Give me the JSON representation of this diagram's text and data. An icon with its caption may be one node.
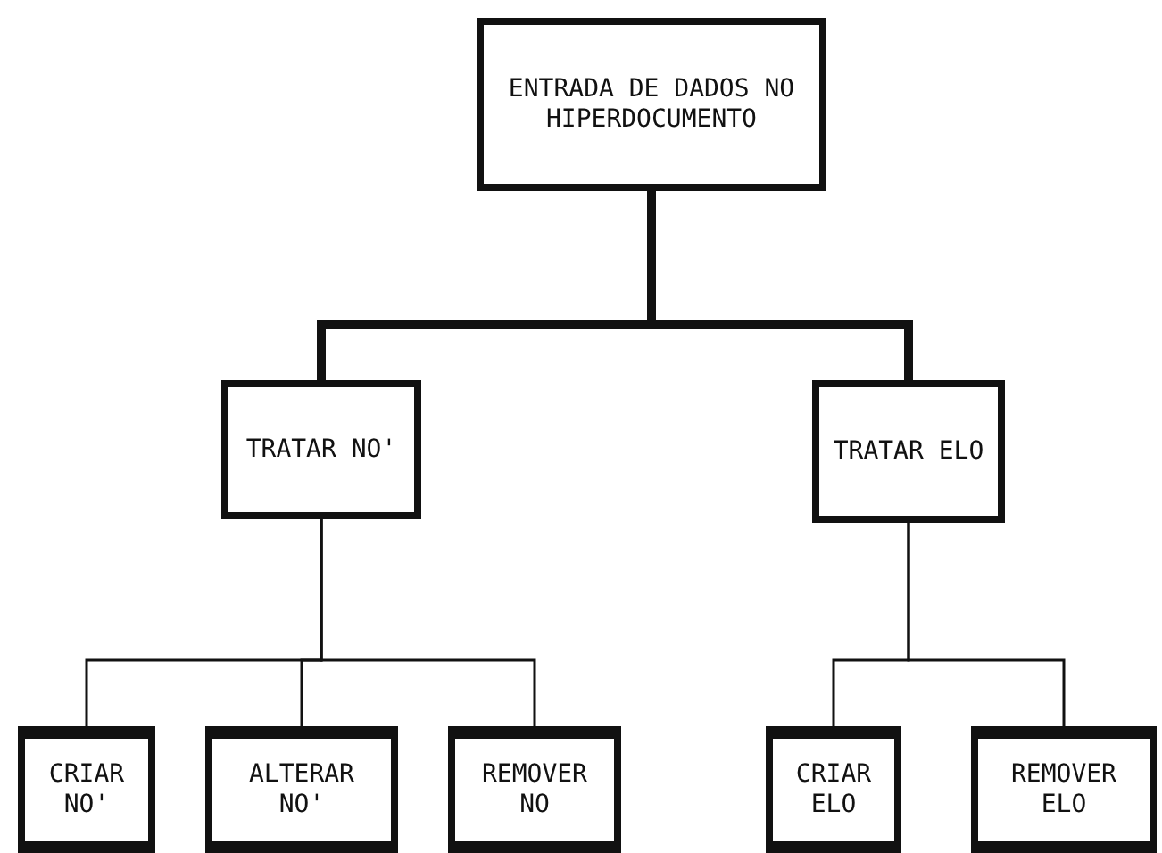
{
  "diagram": {
    "nodes": [
      {
        "text": [
          "ENTRADA DE DADOS NO HIPERDOCUMENTO"
        ]
      },
      {
        "text": [
          "TRATAR NO'"
        ]
      },
      {
        "text": [
          "TRATAR ELO"
        ]
      },
      {
        "text": [
          "CRIAR NO'"
        ]
      },
      {
        "text": [
          "ALTERAR NO'"
        ]
      },
      {
        "text": [
          "REMOVER NO"
        ]
      },
      {
        "text": [
          "CRIAR ELO"
        ]
      },
      {
        "text": [
          "REMOVER ELO"
        ]
      }
    ],
    "edges": [
      {
        "from": 0,
        "to": 1,
        "arrow": "none",
        "style": "thick"
      },
      {
        "from": 0,
        "to": 2,
        "arrow": "none",
        "style": "thick"
      },
      {
        "from": 1,
        "to": 3,
        "arrow": "none"
      },
      {
        "from": 1,
        "to": 4,
        "arrow": "none"
      },
      {
        "from": 1,
        "to": 5,
        "arrow": "none"
      },
      {
        "from": 2,
        "to": 6,
        "arrow": "none"
      },
      {
        "from": 2,
        "to": 7,
        "arrow": "none"
      }
    ]
  }
}
